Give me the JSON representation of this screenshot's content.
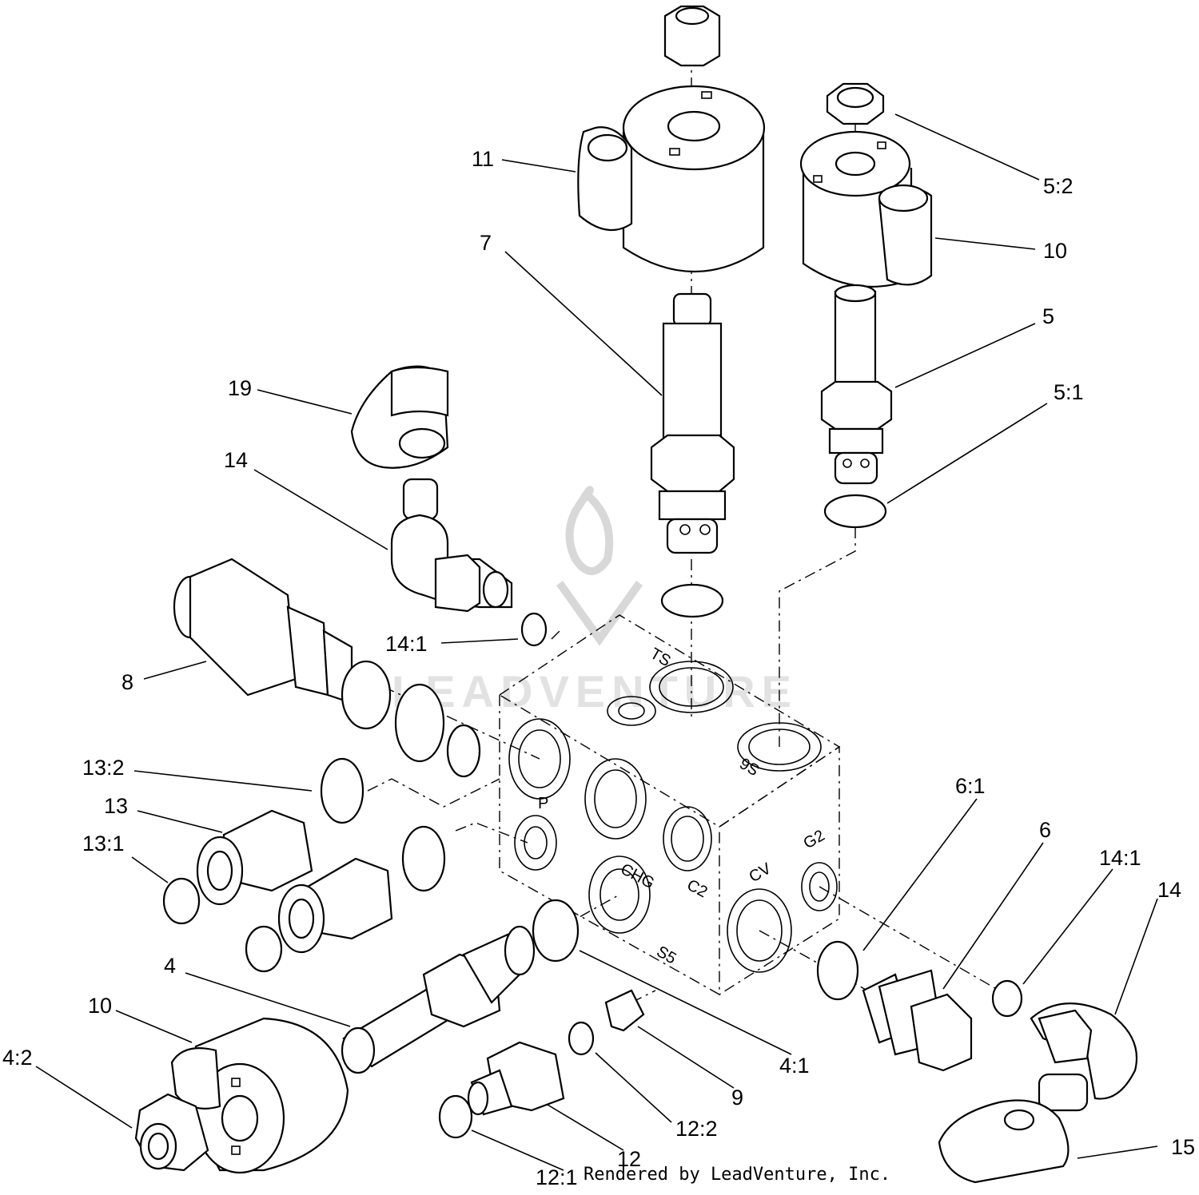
{
  "footer": "Rendered by LeadVenture, Inc.",
  "watermark": "LEADVENTURE",
  "ports": [
    "TS",
    "S6",
    "P",
    "CHG",
    "C2",
    "CV",
    "G2",
    "S5"
  ],
  "callouts": [
    "11",
    "5:2",
    "10",
    "7",
    "5",
    "5:1",
    "19",
    "14",
    "14:1",
    "8",
    "13:2",
    "13",
    "13:1",
    "6:1",
    "6",
    "14:1",
    "14",
    "4",
    "10",
    "4:2",
    "12",
    "12:1",
    "12:2",
    "9",
    "4:1",
    "15"
  ]
}
